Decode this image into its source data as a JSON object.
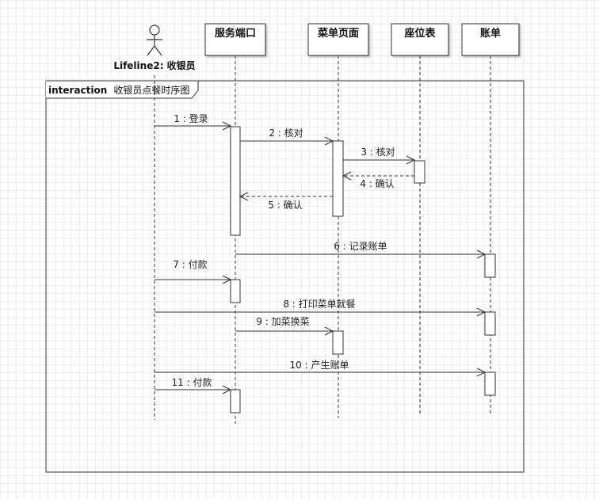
{
  "actor": {
    "name": "Lifeline2: 收银员"
  },
  "participants": [
    {
      "id": "service",
      "label": "服务端口"
    },
    {
      "id": "menu",
      "label": "菜单页面"
    },
    {
      "id": "seat",
      "label": "座位表"
    },
    {
      "id": "bill",
      "label": "账单"
    }
  ],
  "frame": {
    "keyword": "interaction",
    "name": "收银员点餐时序图"
  },
  "messages": [
    {
      "label": "1 : 登录",
      "from": "actor",
      "to": "service",
      "style": "sync"
    },
    {
      "label": "2 : 核对",
      "from": "service",
      "to": "menu",
      "style": "sync"
    },
    {
      "label": "3 : 核对",
      "from": "menu",
      "to": "seat",
      "style": "sync"
    },
    {
      "label": "4 : 确认",
      "from": "seat",
      "to": "menu",
      "style": "reply"
    },
    {
      "label": "5 : 确认",
      "from": "menu",
      "to": "service",
      "style": "reply"
    },
    {
      "label": "6 : 记录账单",
      "from": "service",
      "to": "bill",
      "style": "sync"
    },
    {
      "label": "7 : 付款",
      "from": "actor",
      "to": "service",
      "style": "sync"
    },
    {
      "label": "8 : 打印菜单就餐",
      "from": "actor",
      "to": "bill",
      "style": "sync"
    },
    {
      "label": "9 : 加菜换菜",
      "from": "service",
      "to": "menu",
      "style": "sync"
    },
    {
      "label": "10 : 产生账单",
      "from": "actor",
      "to": "bill",
      "style": "sync"
    },
    {
      "label": "11 : 付款",
      "from": "actor",
      "to": "service",
      "style": "sync"
    }
  ],
  "colors": {
    "line": "#333333",
    "box_fill": "#ffffff",
    "box_stroke": "#333333"
  }
}
